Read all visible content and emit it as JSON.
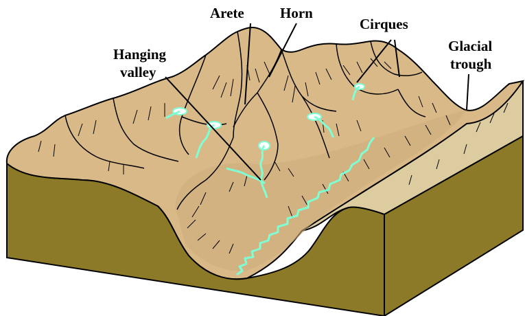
{
  "labels": {
    "arete": "Arete",
    "horn": "Horn",
    "cirques": "Cirques",
    "glacial_trough_line1": "Glacial",
    "glacial_trough_line2": "trough",
    "hanging_valley_line1": "Hanging",
    "hanging_valley_line2": "valley"
  },
  "colors": {
    "terrain": "#d8b987",
    "terrain_dark": "#c9a873",
    "block_side": "#8c7a29",
    "block_top_edge": "#dccca0",
    "water": "#7fffd4",
    "snow": "#ffffff",
    "outline": "#000000"
  }
}
